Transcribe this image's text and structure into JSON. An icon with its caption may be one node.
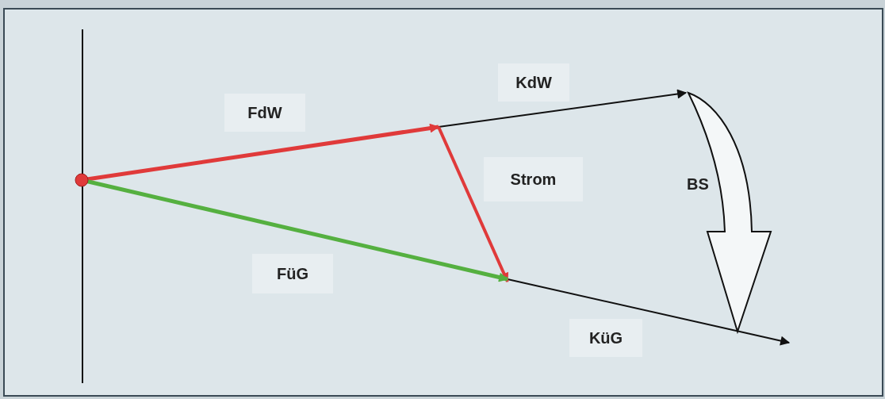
{
  "diagram": {
    "labels": [
      "KdW",
      "FdW",
      "BS",
      "Strom",
      "FüG",
      "KüG"
    ]
  }
}
